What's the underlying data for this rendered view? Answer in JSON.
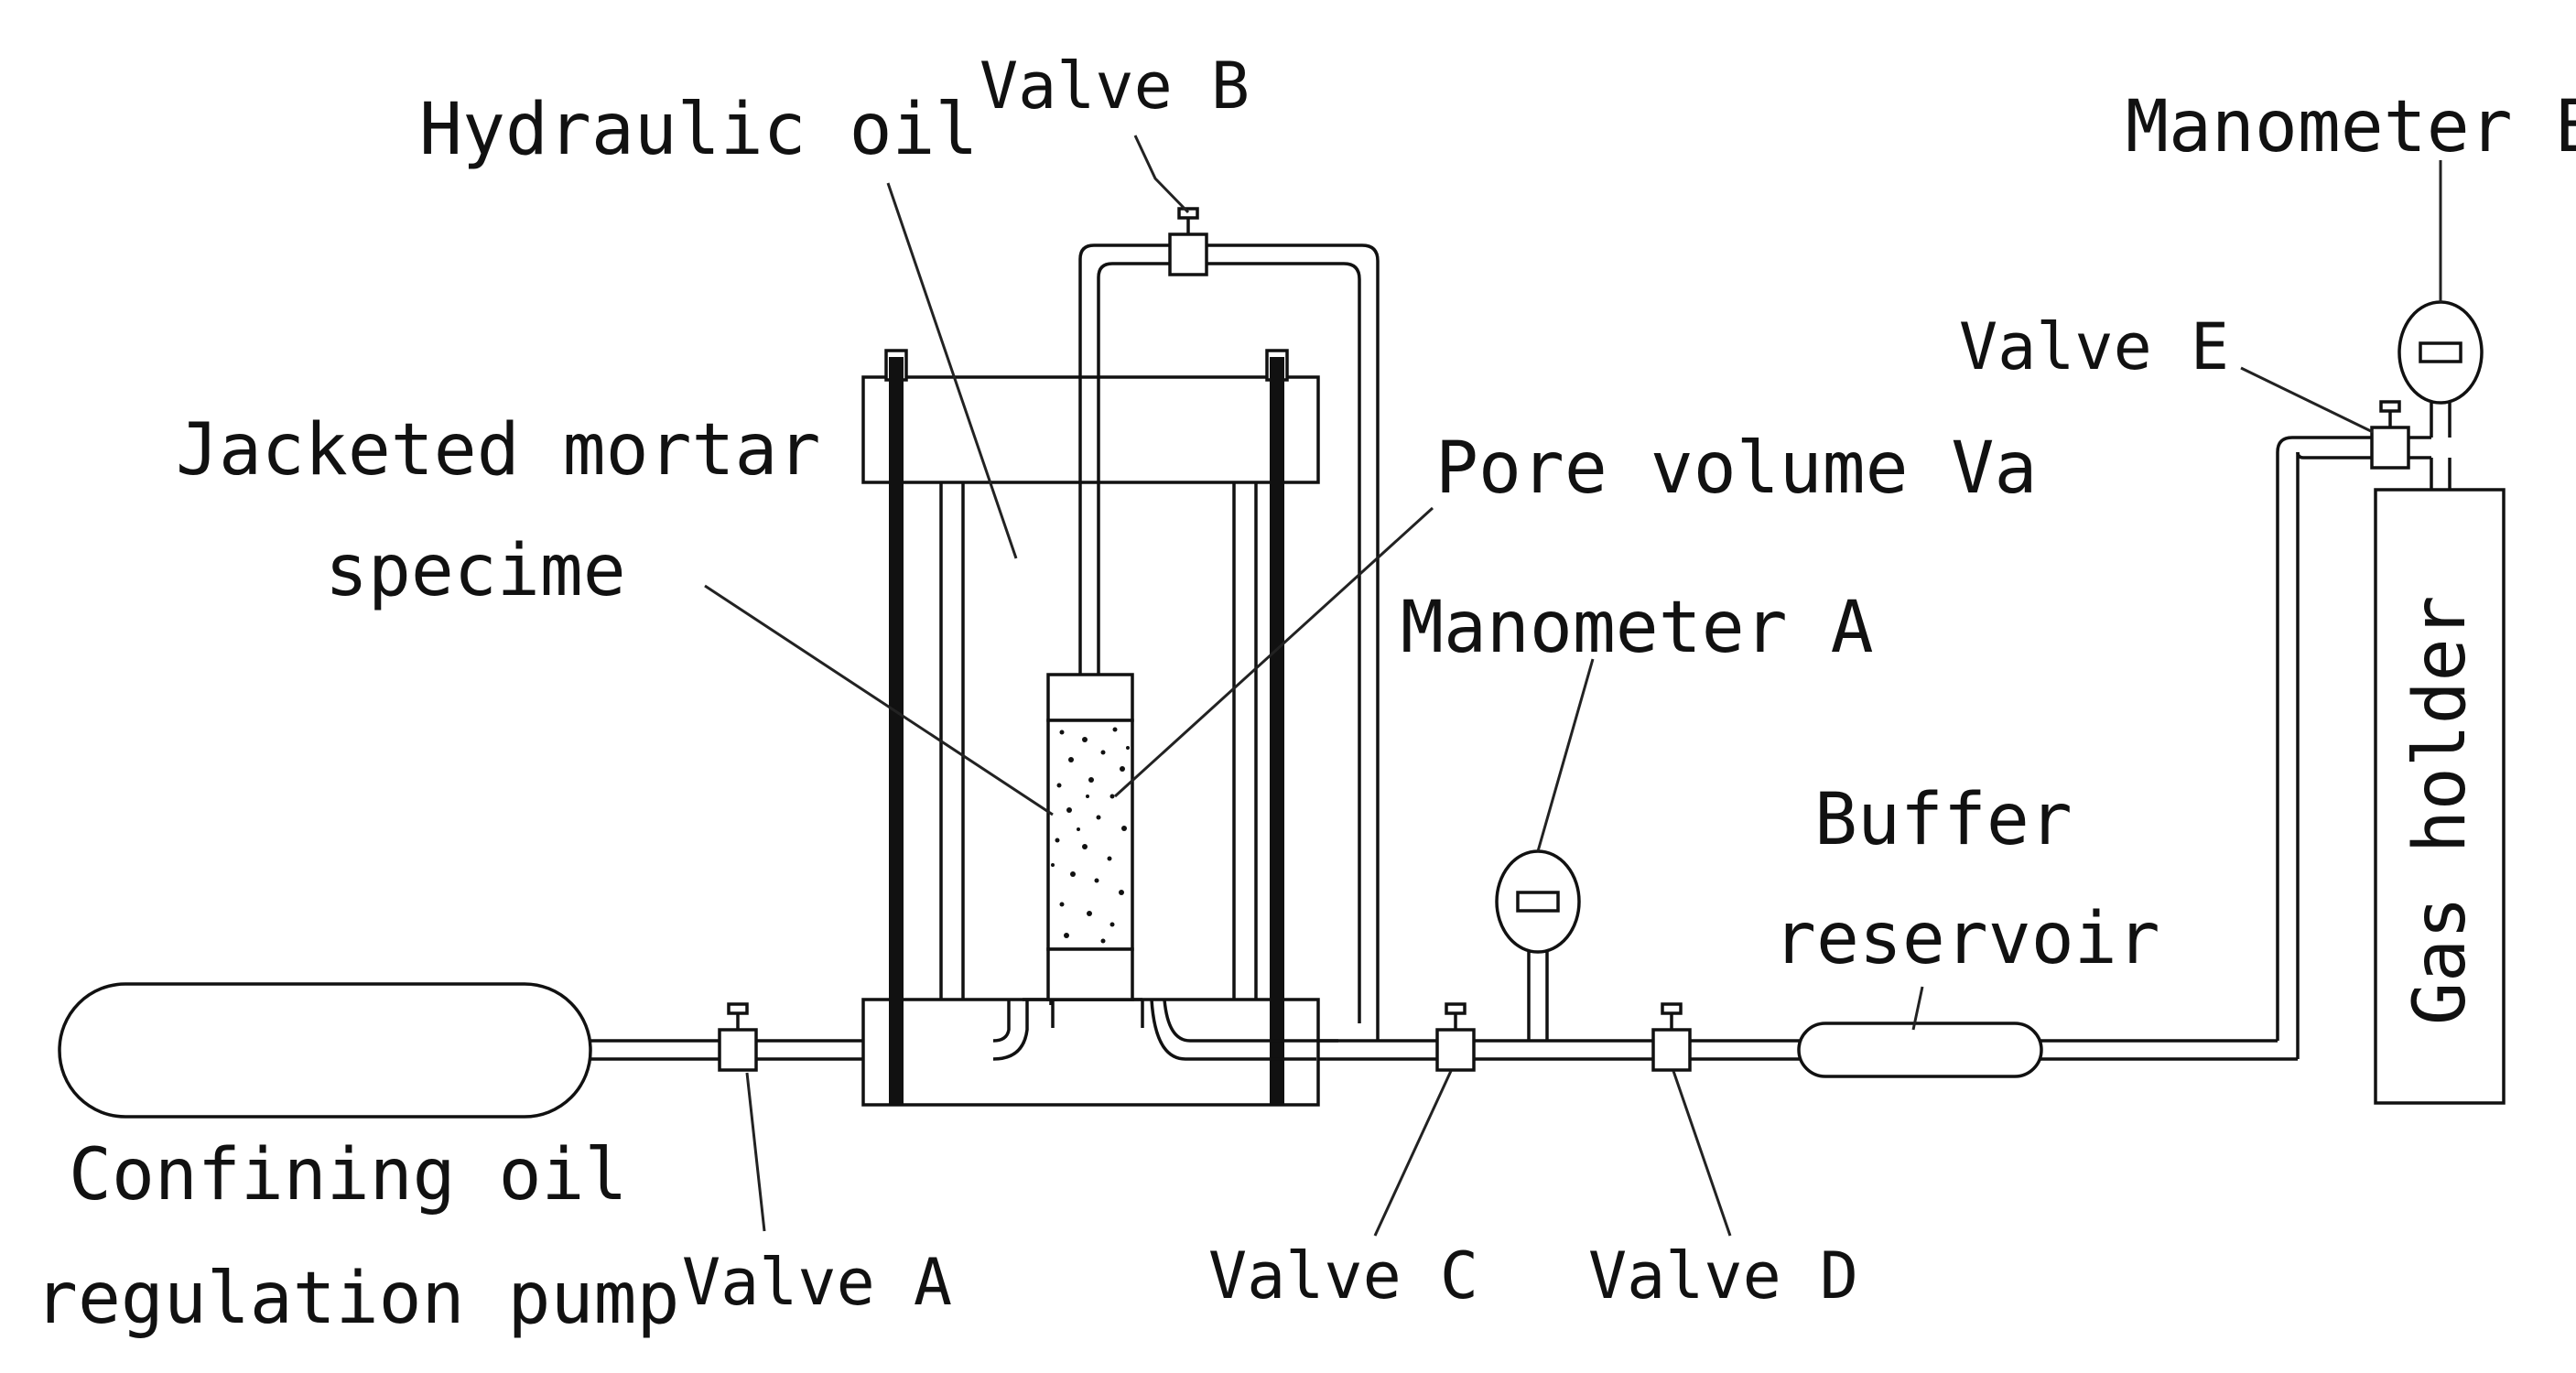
{
  "labels": {
    "hydraulic_oil": "Hydraulic oil",
    "valve_b": "Valve B",
    "manometer_b": "Manometer B",
    "valve_e": "Valve E",
    "jacketed_line1": "Jacketed mortar",
    "jacketed_line2": "specime",
    "pore_volume": "Pore volume Va",
    "manometer_a": "Manometer A",
    "buffer_line1": "Buffer",
    "buffer_line2": "reservoir",
    "gas_holder": "Gas holder",
    "confining_line1": "Confining oil",
    "confining_line2": "regulation pump",
    "valve_a": "Valve A",
    "valve_c": "Valve C",
    "valve_d": "Valve D"
  }
}
